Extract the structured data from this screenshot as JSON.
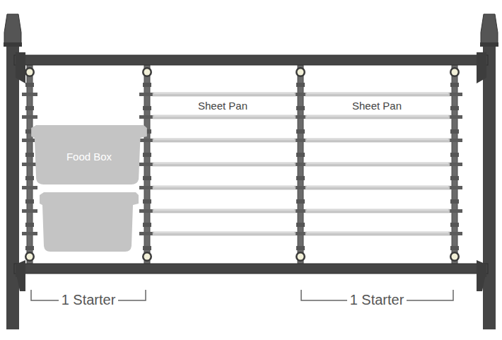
{
  "diagram": {
    "nodes": [
      {
        "text": [
          "Food Box"
        ]
      }
    ],
    "labels": [
      "Sheet Pan",
      "Sheet Pan",
      "1 Starter",
      "1 Starter"
    ]
  }
}
